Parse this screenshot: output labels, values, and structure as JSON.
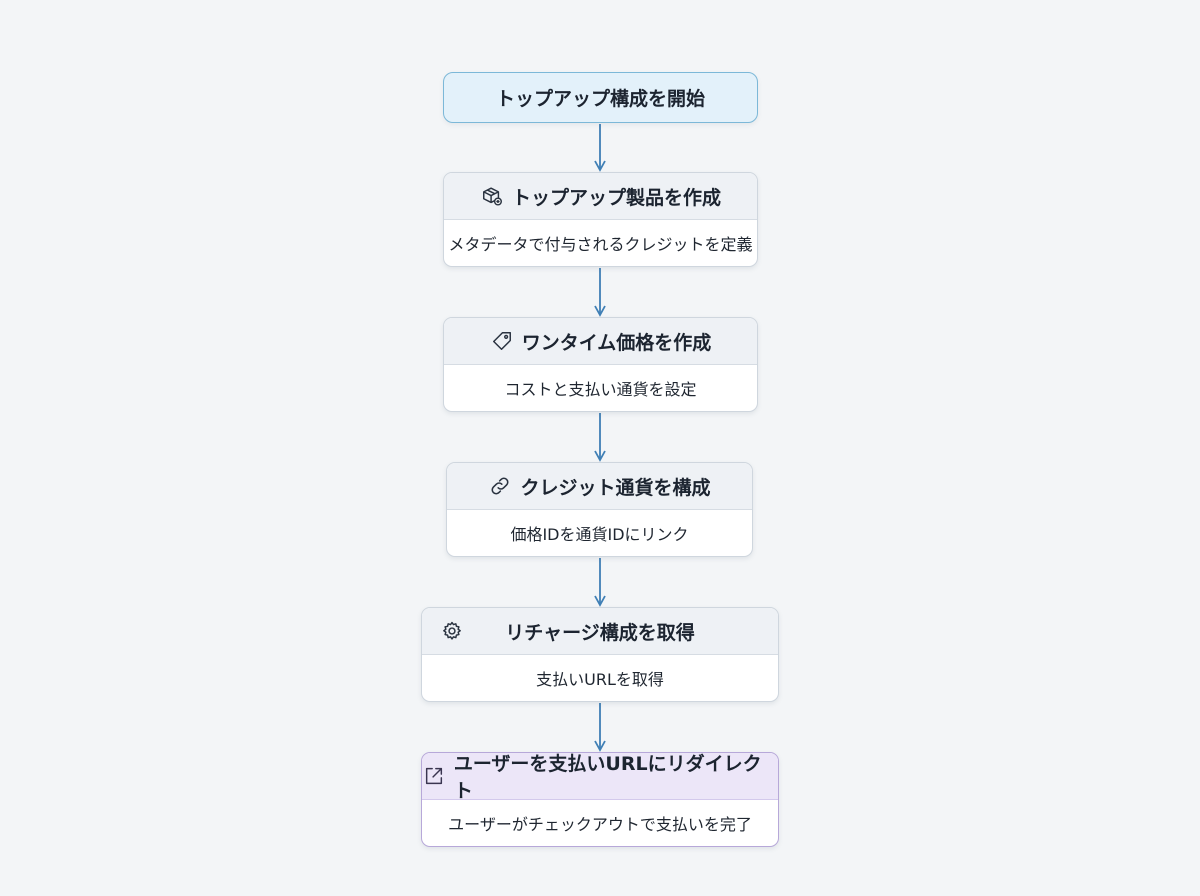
{
  "flow": {
    "start": {
      "label": "トップアップ構成を開始"
    },
    "steps": [
      {
        "icon": "package-icon",
        "title": "トップアップ製品を作成",
        "desc": "メタデータで付与されるクレジットを定義"
      },
      {
        "icon": "tag-icon",
        "title": "ワンタイム価格を作成",
        "desc": "コストと支払い通貨を設定"
      },
      {
        "icon": "link-icon",
        "title": "クレジット通貨を構成",
        "desc": "価格IDを通貨IDにリンク"
      },
      {
        "icon": "gear-icon",
        "title": "リチャージ構成を取得",
        "desc": "支払いURLを取得"
      },
      {
        "icon": "external-link-icon",
        "title": "ユーザーを支払いURLにリダイレクト",
        "desc": "ユーザーがチェックアウトで支払いを完了"
      }
    ]
  },
  "colors": {
    "arrow": "#3f7fb5",
    "start_fill": "#e3f1fa",
    "start_border": "#7cb8d8",
    "final_fill": "#ece6f8",
    "final_border": "#b7a8d9",
    "header_fill": "#eef1f5"
  }
}
